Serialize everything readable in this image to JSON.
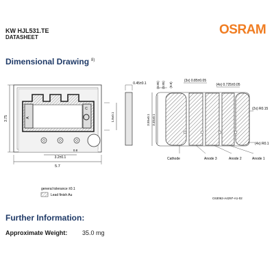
{
  "header": {
    "product_title": "KW HJL531.TE",
    "doc_type": "DATASHEET",
    "brand_logo": "OSRAM",
    "brand_color": "#f07d22"
  },
  "sections": {
    "dimensional_drawing": {
      "title": "Dimensional Drawing",
      "note_ref": "8)"
    },
    "further_information": {
      "title": "Further Information:"
    }
  },
  "drawing": {
    "dimensions": {
      "height_total": "3.75",
      "width_total": "5.7",
      "pad_pitch": "3.2±0.1",
      "pad_small": "0.8",
      "side_width": "0.45±0.1",
      "side_thickness_a": "1.8±0.1",
      "side_height_a": "3.55±0.1",
      "side_height_b": "3.45±0.1",
      "top_085_a": "(0.85)",
      "top_085_b": "(0.85)",
      "top_08": "(0.8)",
      "pad_gap": "(3x) 0.85±0.05",
      "pad_width": "(4x) 0.725±0.05",
      "right_radius": "(2x) R0.15",
      "corner_radius": "(4x) R0.1"
    },
    "labels": {
      "cathode": "Cathode",
      "anode_3": "Anode 3",
      "anode_2": "Anode 2",
      "anode_1": "Anode 1",
      "mark_a": "A",
      "mark_c": "C"
    },
    "legend": {
      "tolerance": "general tolerance ±0.1",
      "lead_finish": "Lead finish Au"
    },
    "drawing_number": "C63062-A4297-A1-02"
  },
  "further_information": {
    "weight_label": "Approximate Weight:",
    "weight_value": "35.0 mg"
  }
}
